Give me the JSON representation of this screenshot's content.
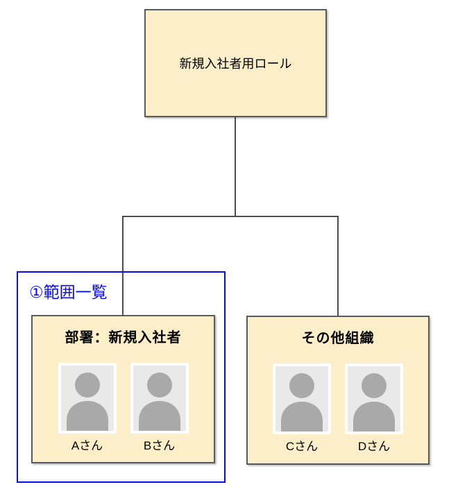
{
  "diagram": {
    "root_box": {
      "label": "新規入社者用ロール"
    },
    "scope_group": {
      "label": "①範囲一覧"
    },
    "groups": [
      {
        "title": "部署：新規入社者",
        "members": [
          {
            "name": "Aさん"
          },
          {
            "name": "Bさん"
          }
        ]
      },
      {
        "title": "その他組織",
        "members": [
          {
            "name": "Cさん"
          },
          {
            "name": "Dさん"
          }
        ]
      }
    ],
    "colors": {
      "node_fill": "#FCEEC8",
      "node_border": "#595959",
      "connector": "#4D4D4D",
      "scope_highlight": "#0A0AF0",
      "person_card_bg": "#E9E9E9",
      "person_card_border": "#FFFFFF",
      "person_silhouette": "#A9A9A9"
    }
  }
}
